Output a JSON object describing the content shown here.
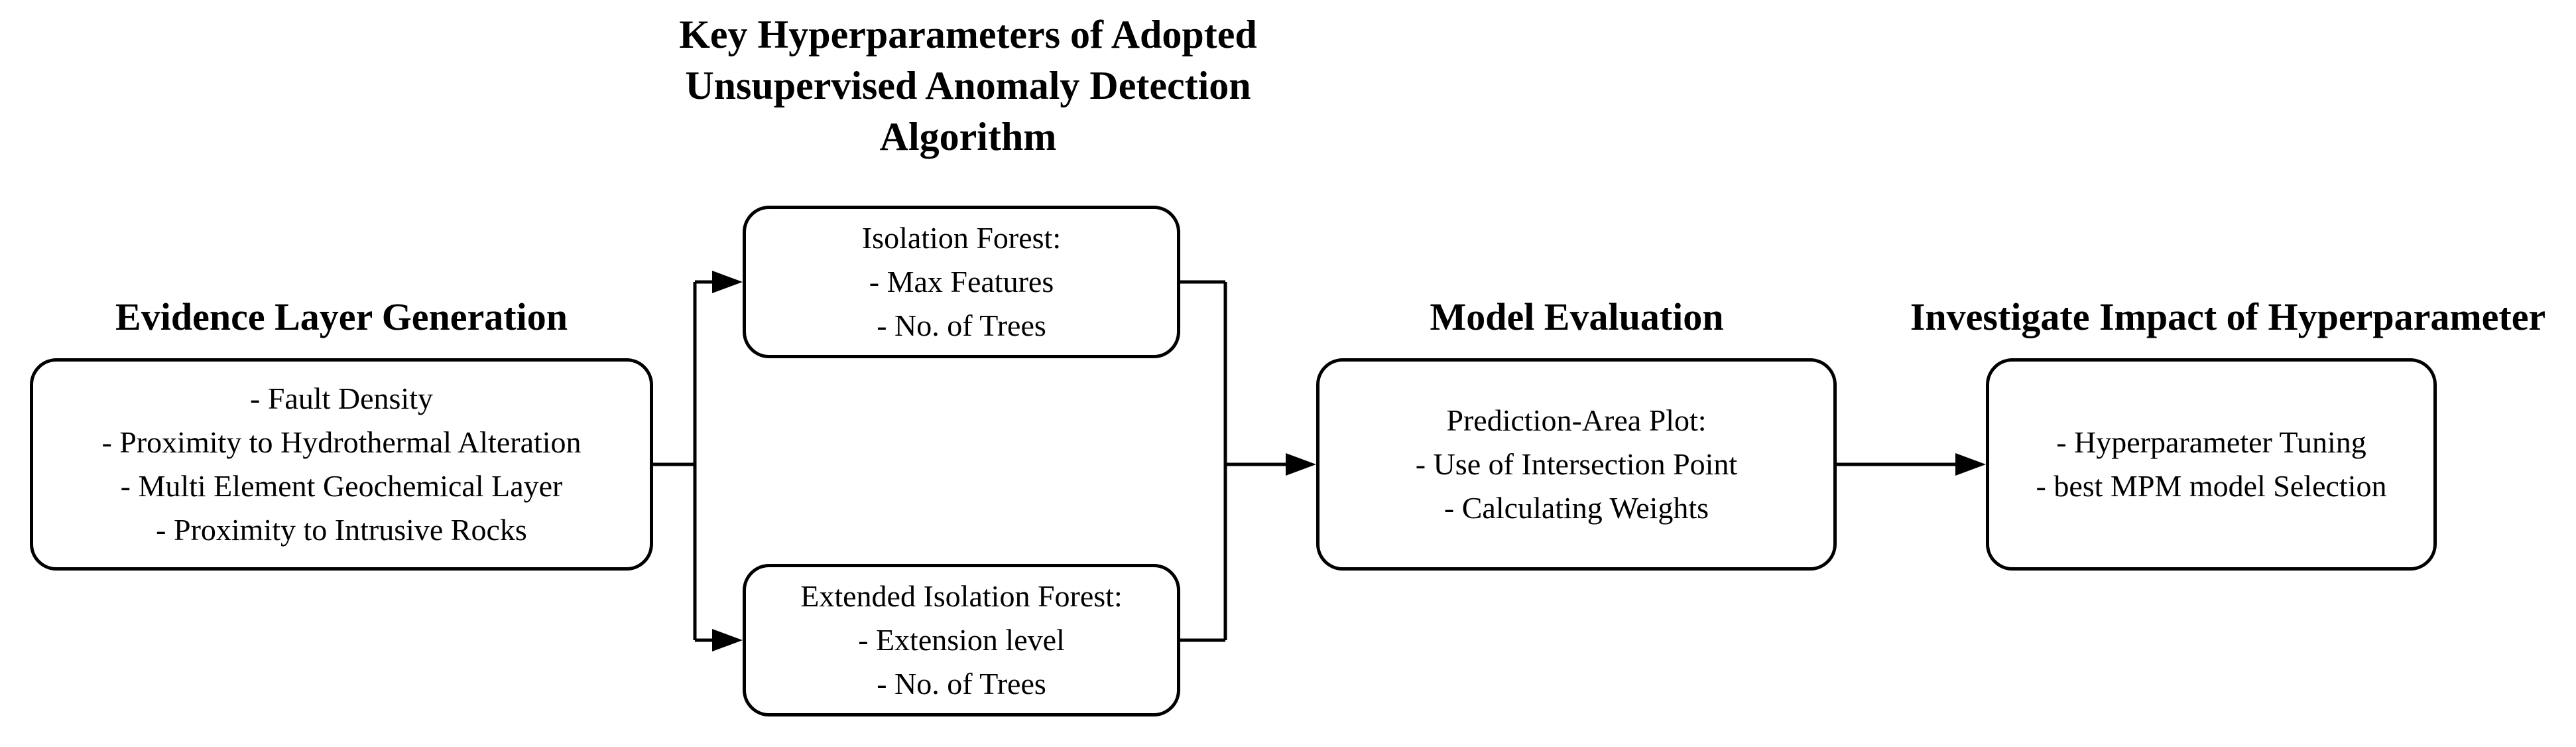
{
  "columns": {
    "evidence": {
      "heading": "Evidence Layer Generation",
      "items": [
        "- Fault Density",
        "- Proximity to Hydrothermal Alteration",
        "- Multi Element Geochemical Layer",
        "- Proximity to Intrusive Rocks"
      ]
    },
    "hyperparams": {
      "heading_lines": [
        "Key Hyperparameters of Adopted",
        "Unsupervised Anomaly Detection",
        "Algorithm"
      ],
      "isolation_forest": {
        "title": "Isolation Forest:",
        "items": [
          "- Max Features",
          "- No. of Trees"
        ]
      },
      "extended_isolation_forest": {
        "title": "Extended Isolation Forest:",
        "items": [
          "- Extension level",
          "- No. of Trees"
        ]
      }
    },
    "evaluation": {
      "heading": "Model Evaluation",
      "box": {
        "title": "Prediction-Area Plot:",
        "items": [
          "- Use of Intersection Point",
          "- Calculating Weights"
        ]
      }
    },
    "investigate": {
      "heading": "Investigate Impact of Hyperparameter",
      "items": [
        "- Hyperparameter Tuning",
        "- best MPM model Selection"
      ]
    }
  },
  "colors": {
    "ink": "#000000",
    "background": "#ffffff"
  }
}
